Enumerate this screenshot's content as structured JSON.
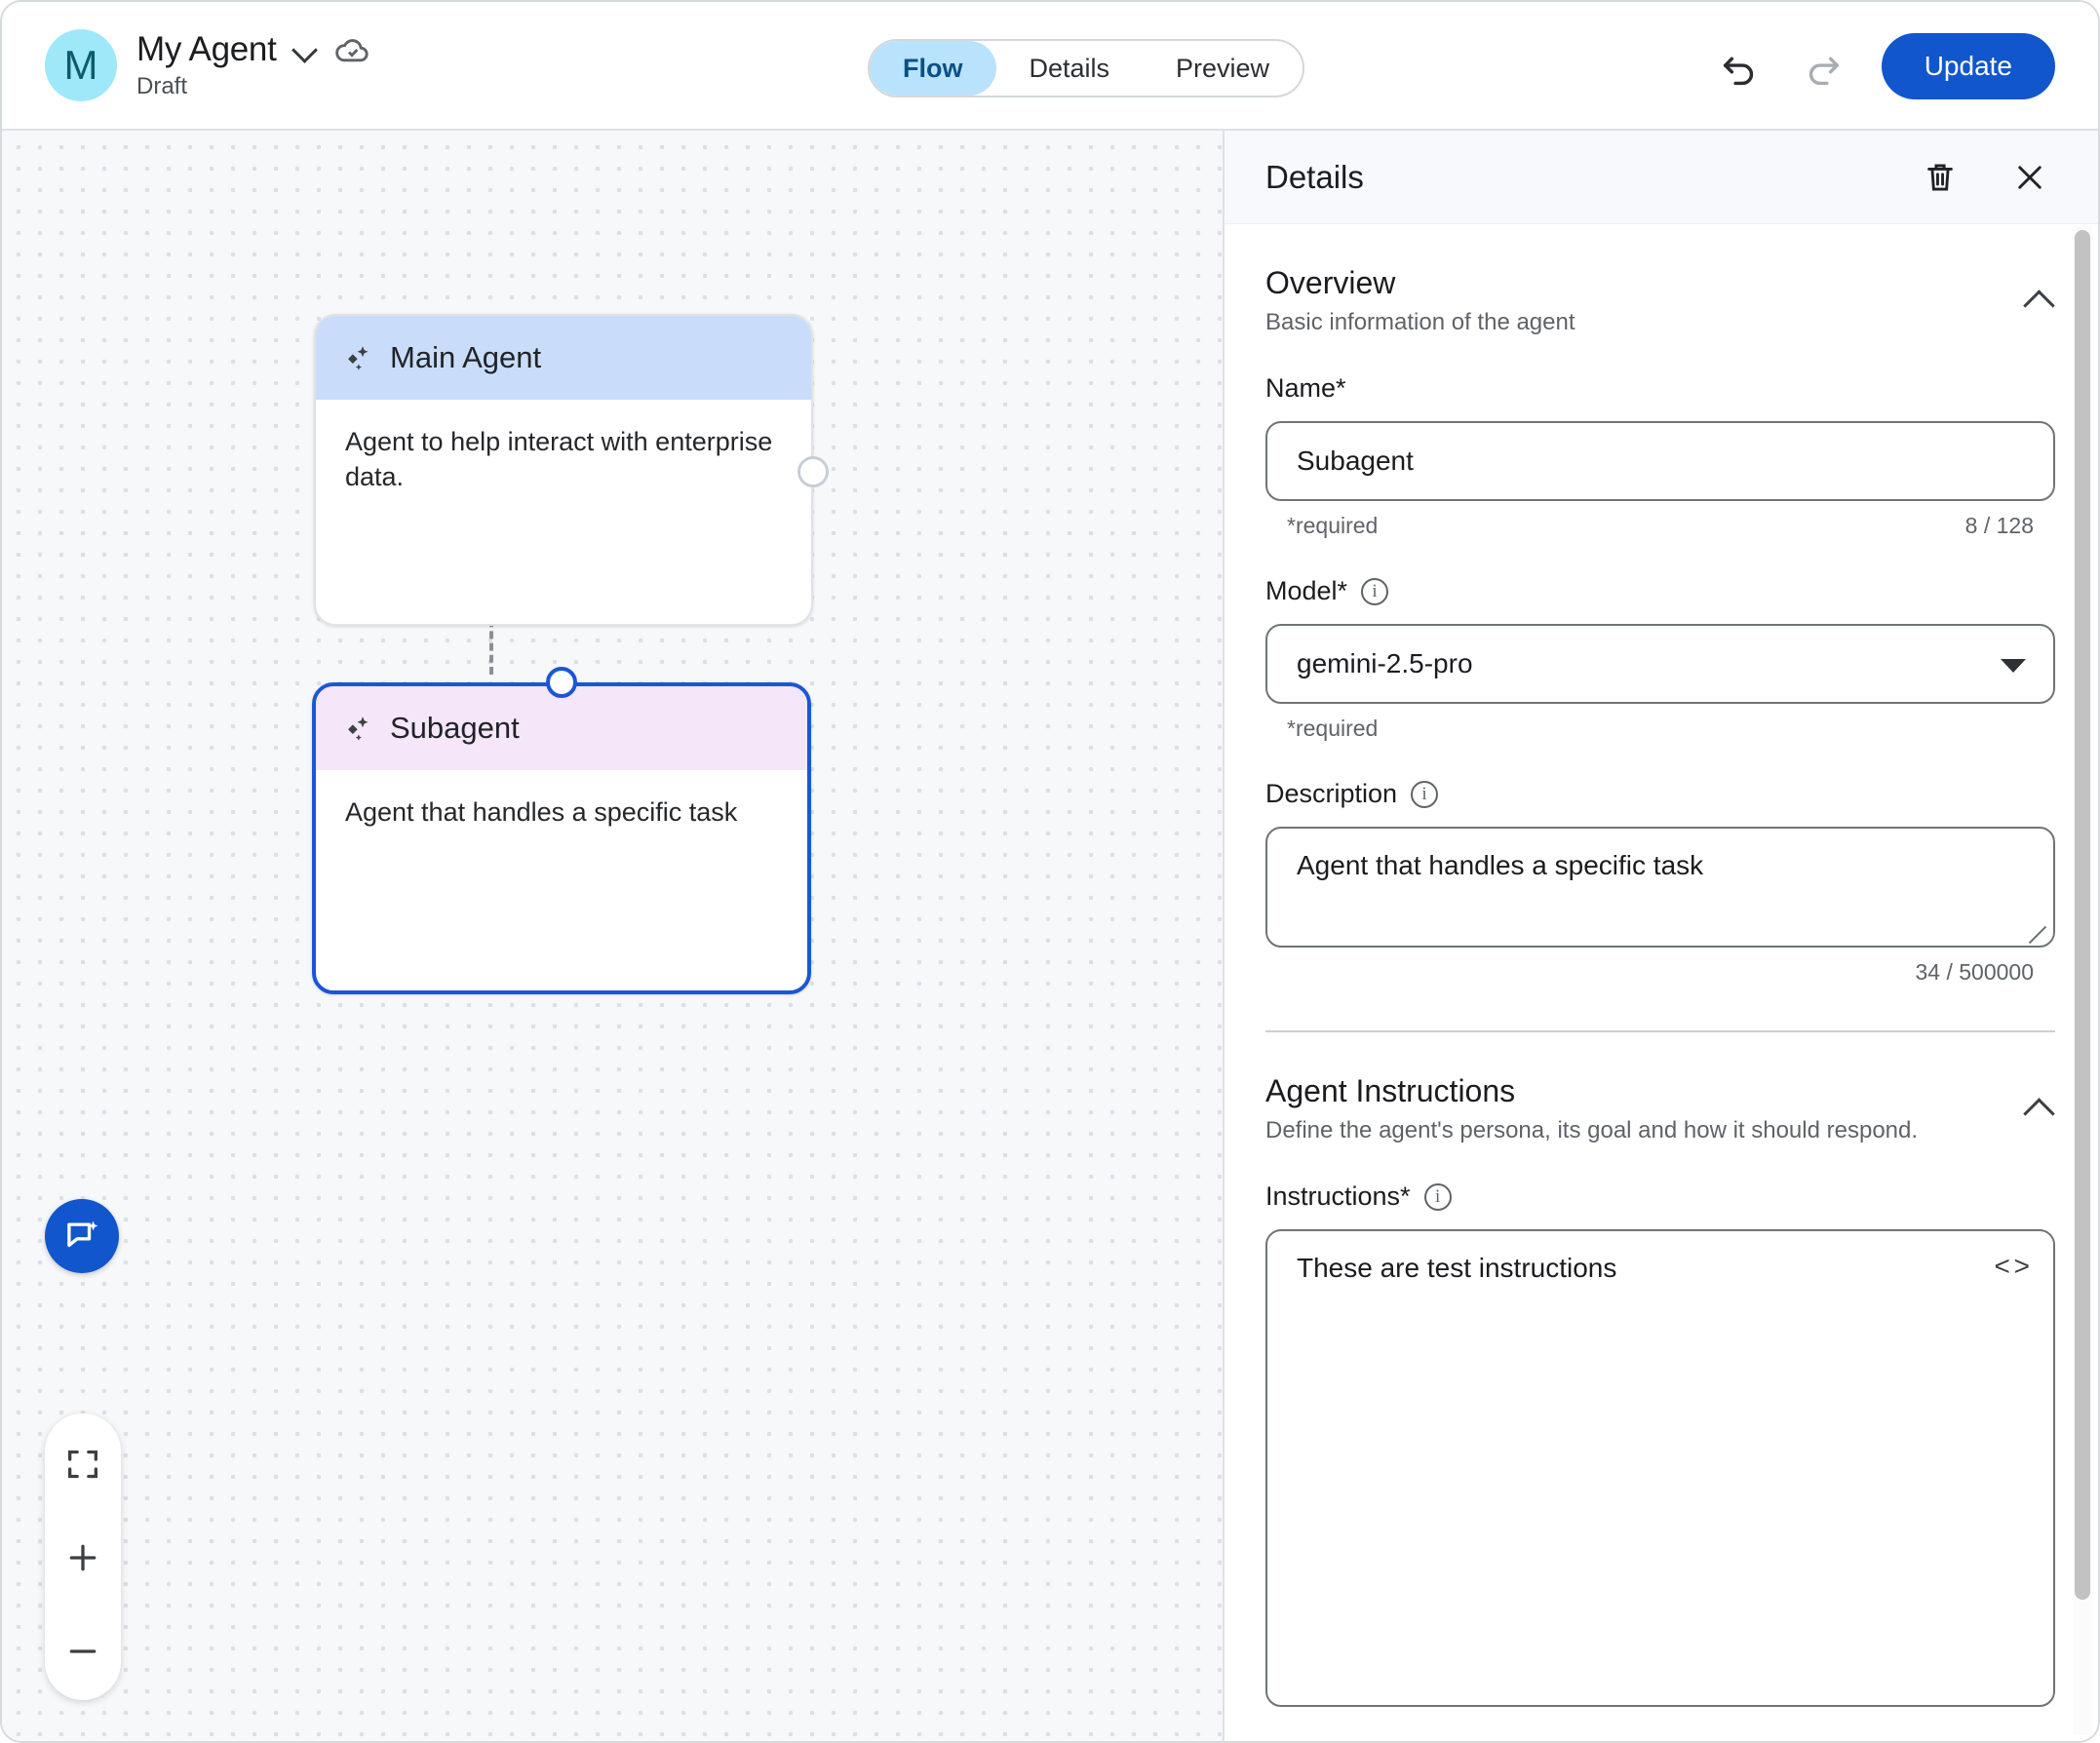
{
  "topbar": {
    "avatar_letter": "M",
    "agent_name": "My Agent",
    "agent_status": "Draft",
    "name_dropdown_icon": "chevron-down-icon",
    "save_state_icon": "cloud-check-icon",
    "tabs": [
      {
        "label": "Flow",
        "active": true
      },
      {
        "label": "Details",
        "active": false
      },
      {
        "label": "Preview",
        "active": false
      }
    ],
    "undo_icon": "undo-icon",
    "redo_icon": "redo-icon",
    "update_label": "Update"
  },
  "canvas": {
    "nodes": [
      {
        "title": "Main Agent",
        "description": "Agent to help interact with enterprise data.",
        "header_color": "#c9ddfb",
        "selected": false
      },
      {
        "title": "Subagent",
        "description": "Agent that handles a specific task",
        "header_color": "#f5e6f9",
        "selected": true
      }
    ],
    "edge_style": "dashed",
    "controls": {
      "assistant_icon": "chat-sparkle-icon",
      "fit_icon": "fit-to-screen-icon",
      "zoom_in_icon": "plus-icon",
      "zoom_out_icon": "minus-icon"
    },
    "accent_color": "#1156cc"
  },
  "panel": {
    "title": "Details",
    "delete_icon": "trash-icon",
    "close_icon": "close-icon",
    "sections": [
      {
        "title": "Overview",
        "subtitle": "Basic information of the agent",
        "collapse_icon": "chevron-up-icon"
      },
      {
        "title": "Agent Instructions",
        "subtitle": "Define the agent's persona, its goal and how it should respond.",
        "collapse_icon": "chevron-up-icon"
      }
    ],
    "name_field": {
      "label": "Name*",
      "value": "Subagent",
      "required_hint": "*required",
      "counter": "8 / 128"
    },
    "model_field": {
      "label": "Model*",
      "info_icon": "info-icon",
      "value": "gemini-2.5-pro",
      "required_hint": "*required",
      "caret_icon": "dropdown-caret-icon"
    },
    "description_field": {
      "label": "Description",
      "info_icon": "info-icon",
      "value": "Agent that handles a specific task",
      "counter": "34 / 500000"
    },
    "instructions_field": {
      "label": "Instructions*",
      "info_icon": "info-icon",
      "value": "These are test instructions",
      "code_icon": "code-brackets-icon"
    }
  }
}
